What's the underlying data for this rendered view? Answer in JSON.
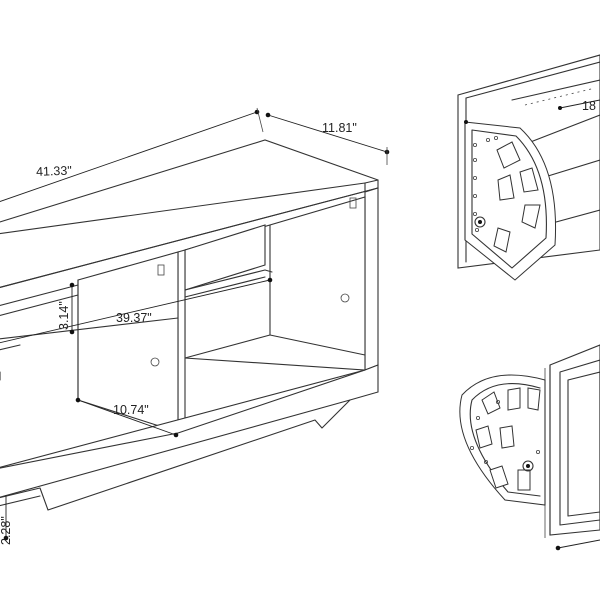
{
  "dimensions": {
    "overall_width": "41.33\"",
    "overall_depth": "11.81\"",
    "shelf_width": "39.37\"",
    "shelf_height": "3.14\"",
    "shelf_depth": "10.74\"",
    "base_height": "2.28\"",
    "shoe_rack_depth": "18"
  },
  "colors": {
    "line": "#333333",
    "background": "#ffffff"
  }
}
